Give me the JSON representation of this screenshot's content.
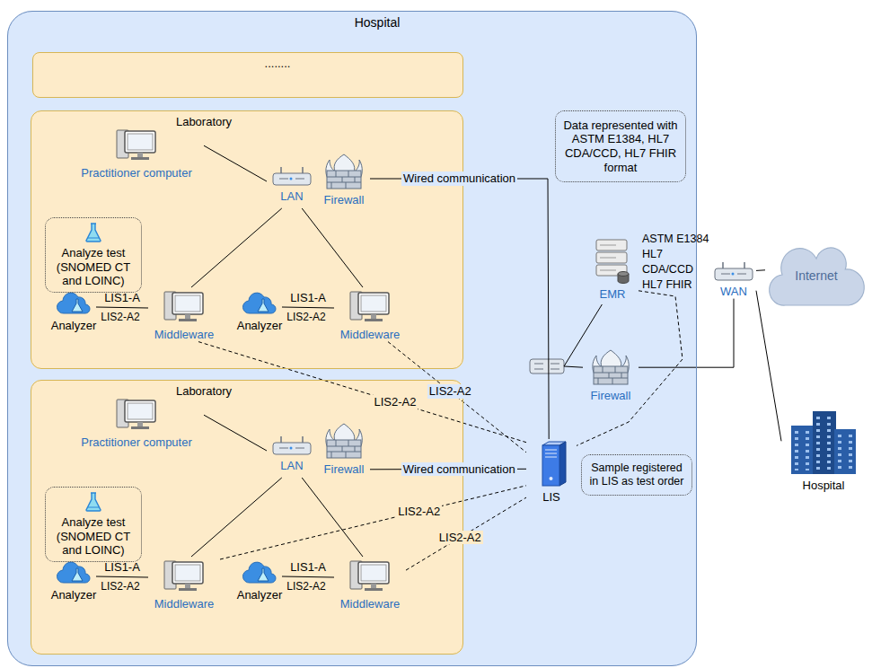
{
  "diagram": {
    "nodes": [
      {
        "text": [
          "Hospital"
        ]
      },
      {
        "text": [
          "........"
        ],
        "in": 0
      },
      {
        "text": [
          "Laboratory"
        ],
        "in": 0
      },
      {
        "text": [
          "Practitioner computer"
        ],
        "in": 2
      },
      {
        "text": [
          "LAN"
        ],
        "in": 2
      },
      {
        "text": [
          "Firewall"
        ],
        "in": 2
      },
      {
        "text": [
          "Analyze test (SNOMED CT and LOINC)"
        ],
        "in": 2
      },
      {
        "text": [
          "Analyzer"
        ],
        "in": 2
      },
      {
        "text": [
          "Middleware"
        ],
        "in": 2
      },
      {
        "text": [
          "Analyzer"
        ],
        "in": 2
      },
      {
        "text": [
          "Middleware"
        ],
        "in": 2
      },
      {
        "text": [
          "Laboratory"
        ],
        "in": 0
      },
      {
        "text": [
          "Practitioner computer"
        ],
        "in": 11
      },
      {
        "text": [
          "LAN"
        ],
        "in": 11
      },
      {
        "text": [
          "Firewall"
        ],
        "in": 11
      },
      {
        "text": [
          "Analyze test (SNOMED CT and LOINC)"
        ],
        "in": 11
      },
      {
        "text": [
          "Analyzer"
        ],
        "in": 11
      },
      {
        "text": [
          "Middleware"
        ],
        "in": 11
      },
      {
        "text": [
          "Analyzer"
        ],
        "in": 11
      },
      {
        "text": [
          "Middleware"
        ],
        "in": 11
      },
      {
        "text": [
          "Data represented with ASTM E1384, HL7 CDA/CCD, HL7 FHIR format"
        ],
        "in": 0
      },
      {
        "text": [
          "EMR"
        ],
        "in": 0
      },
      {
        "text": [
          "Firewall"
        ],
        "in": 0
      },
      {
        "text": [
          "LIS"
        ],
        "in": 0
      },
      {
        "text": [
          "Sample registered in LIS as test order"
        ],
        "in": 0
      },
      {
        "text": [
          "WAN"
        ]
      },
      {
        "text": [
          "Internet"
        ]
      },
      {
        "text": [
          "Hospital"
        ]
      }
    ],
    "edges": [
      {
        "from": 3,
        "to": 4,
        "arrow": "none"
      },
      {
        "from": 4,
        "to": 8,
        "arrow": "none"
      },
      {
        "from": 4,
        "to": 10,
        "arrow": "none"
      },
      {
        "from": 7,
        "to": 8,
        "label": "LIS1-A",
        "arrow": "none"
      },
      {
        "from": 9,
        "to": 10,
        "label": "LIS1-A",
        "arrow": "none"
      },
      {
        "from": 8,
        "to": 23,
        "label": "LIS2-A2",
        "arrow": "none"
      },
      {
        "from": 10,
        "to": 23,
        "label": "LIS2-A2",
        "arrow": "none"
      },
      {
        "from": 5,
        "to": 23,
        "label": "Wired communication",
        "arrow": "none"
      },
      {
        "from": 12,
        "to": 13,
        "arrow": "none"
      },
      {
        "from": 13,
        "to": 17,
        "arrow": "none"
      },
      {
        "from": 13,
        "to": 19,
        "arrow": "none"
      },
      {
        "from": 16,
        "to": 17,
        "label": "LIS1-A",
        "arrow": "none"
      },
      {
        "from": 18,
        "to": 19,
        "label": "LIS1-A",
        "arrow": "none"
      },
      {
        "from": 17,
        "to": 23,
        "label": "LIS2-A2",
        "arrow": "none"
      },
      {
        "from": 19,
        "to": 23,
        "label": "LIS2-A2",
        "arrow": "none"
      },
      {
        "from": 14,
        "to": 23,
        "label": "Wired communication",
        "arrow": "none"
      },
      {
        "from": 21,
        "to": 22,
        "arrow": "none"
      },
      {
        "from": 22,
        "to": 25,
        "arrow": "none"
      },
      {
        "from": 25,
        "to": 26,
        "arrow": "none"
      },
      {
        "from": 25,
        "to": 27,
        "arrow": "none"
      },
      {
        "from": 21,
        "to": 23,
        "label": "ASTM E1384 HL7 CDA/CCD HL7 FHIR",
        "arrow": "none"
      }
    ],
    "labels": [
      "LIS2-A2",
      "LIS2-A2",
      "LIS2-A2",
      "LIS2-A2"
    ]
  }
}
